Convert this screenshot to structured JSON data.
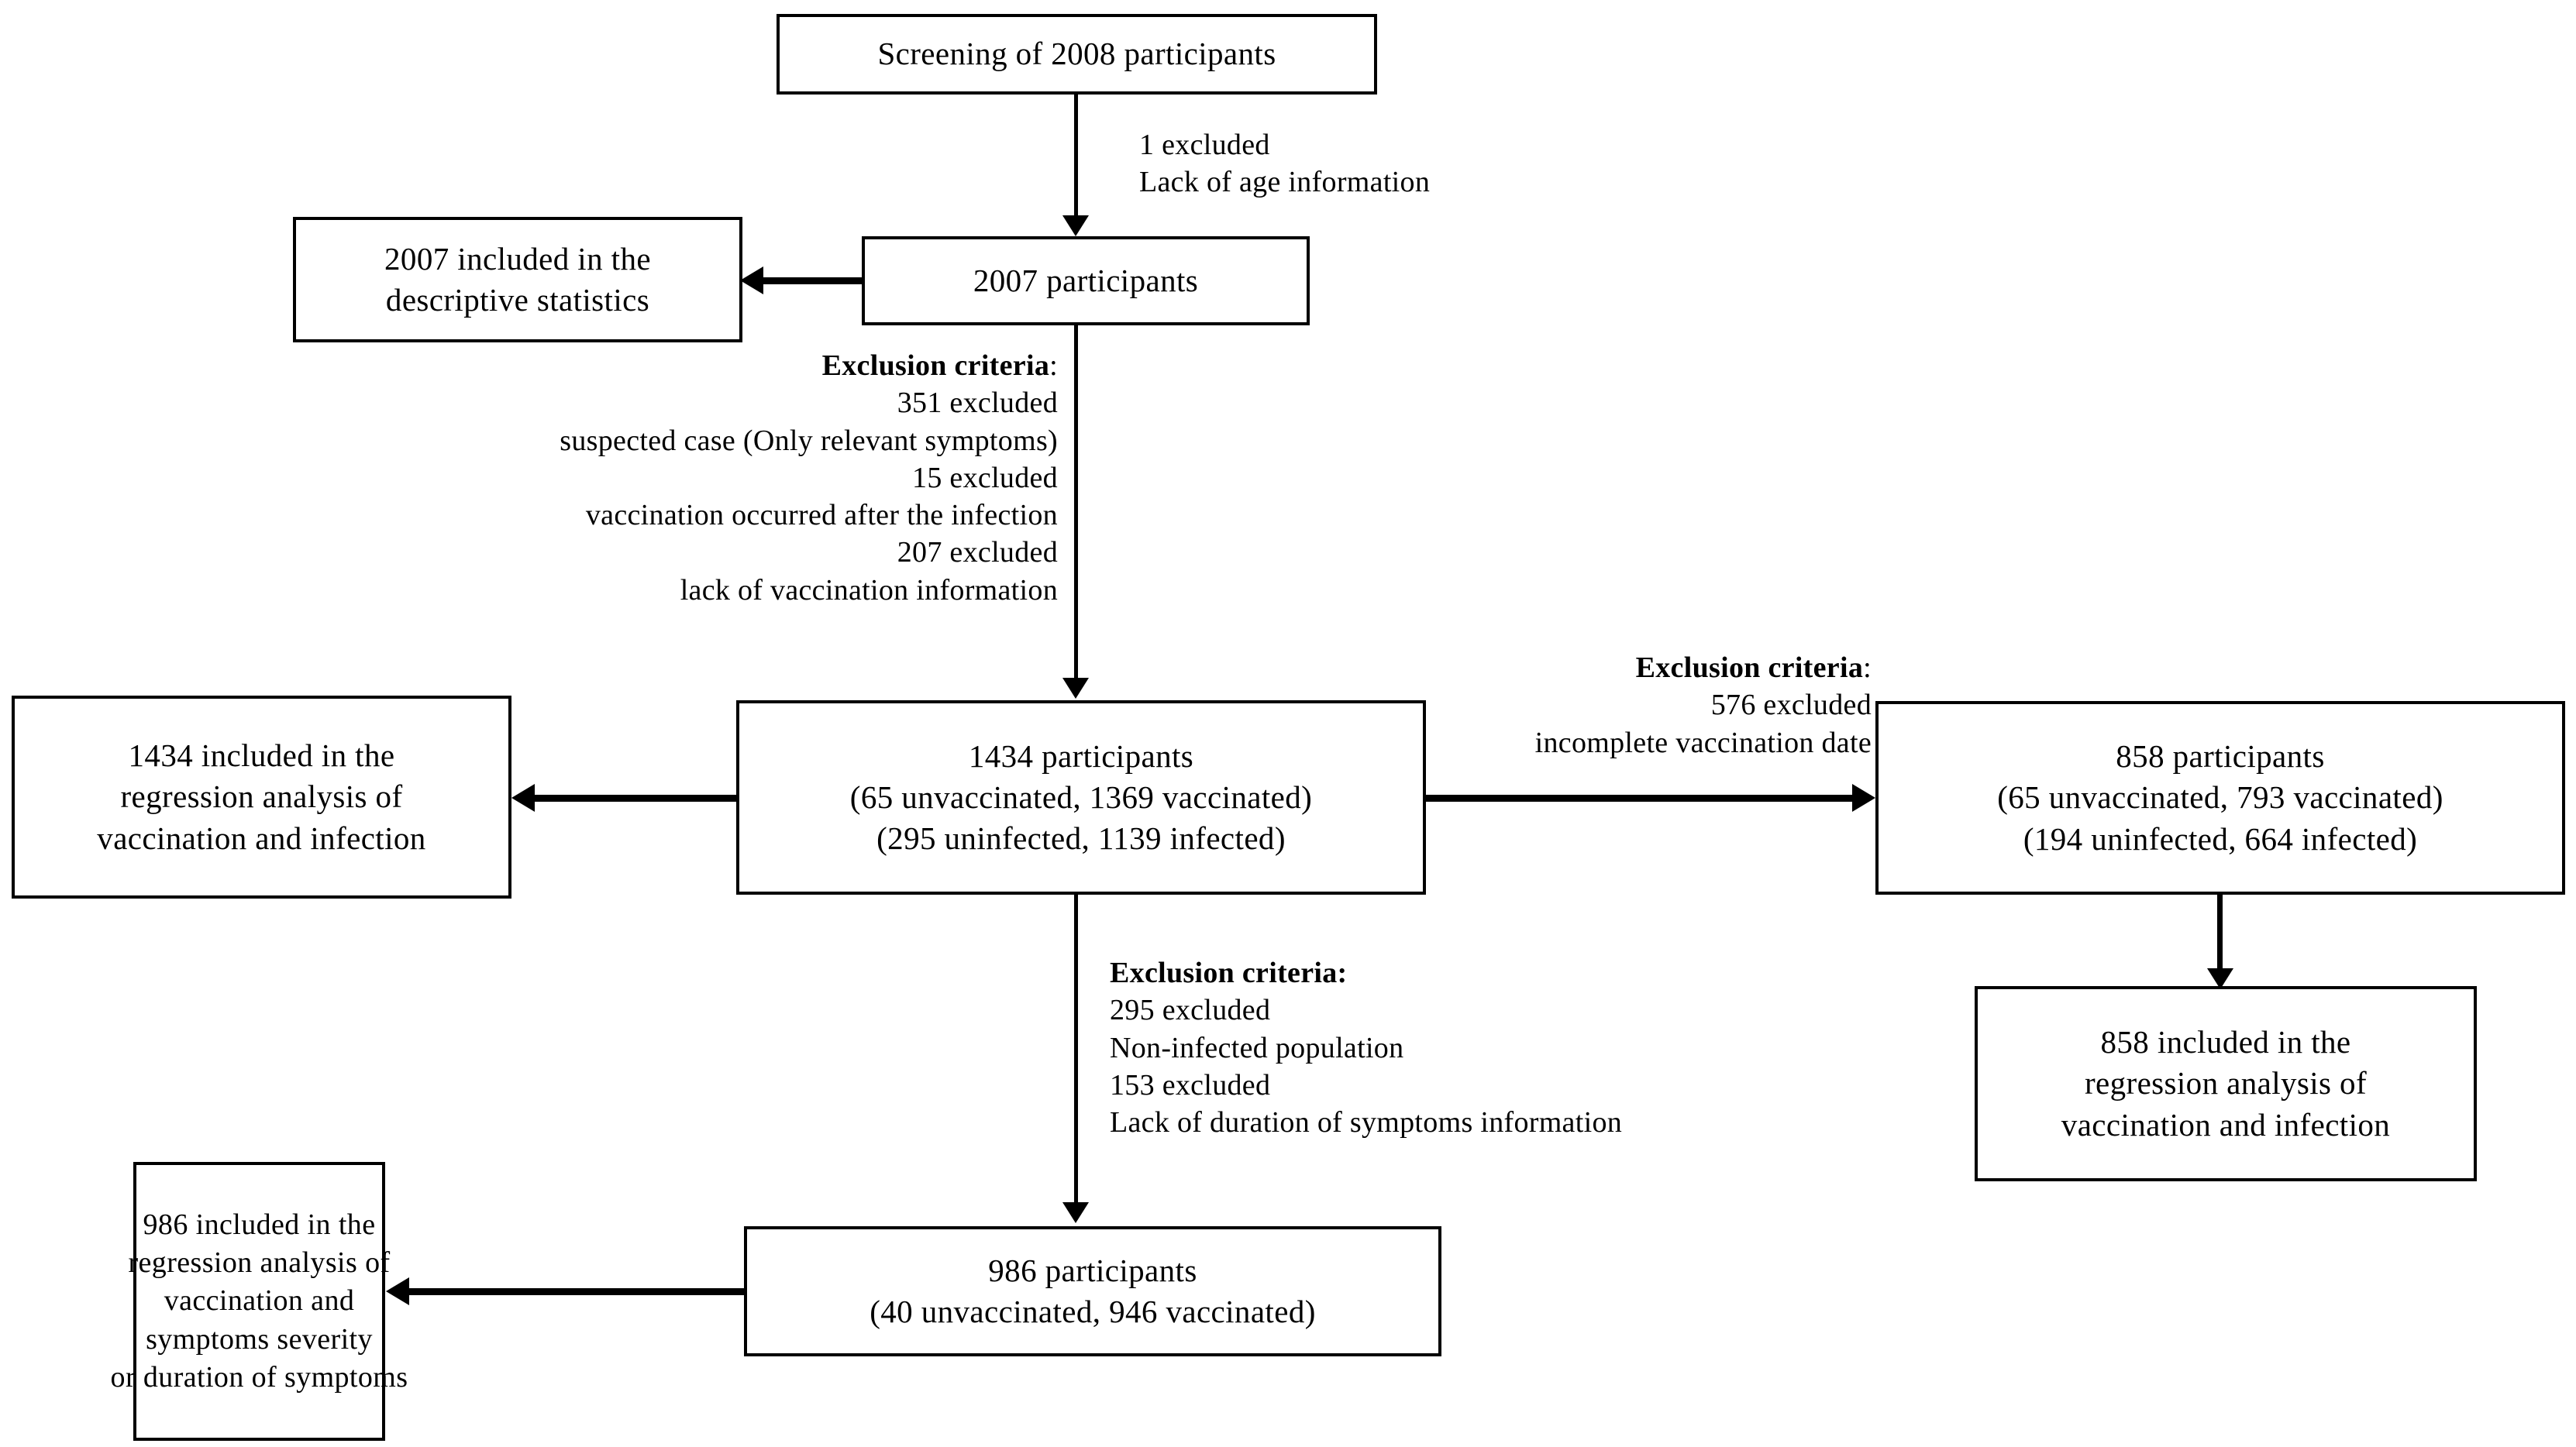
{
  "diagram": {
    "title": "Participant flow diagram",
    "type": "flowchart",
    "boxes": {
      "screening": {
        "lines": [
          "Screening  of 2008 participants"
        ]
      },
      "participants_2007": {
        "lines": [
          "2007 participants"
        ]
      },
      "descriptive_2007": {
        "lines": [
          "2007 included  in  the",
          "descriptive  statistics"
        ]
      },
      "participants_1434": {
        "lines": [
          "1434 participants",
          "(65 unvaccinated,  1369 vaccinated)",
          "(295 uninfected,  1139 infected)"
        ]
      },
      "regression_1434": {
        "lines": [
          "1434 included  in  the",
          "regression  analysis  of",
          "vaccination  and infection"
        ]
      },
      "participants_858": {
        "lines": [
          "858 participants",
          "(65 unvaccinated,  793 vaccinated)",
          "(194 uninfected,  664 infected)"
        ]
      },
      "regression_858": {
        "lines": [
          "858 included  in  the",
          "regression  analysis  of",
          "vaccination  and infection"
        ]
      },
      "participants_986": {
        "lines": [
          "986 participants",
          "(40 unvaccinated,  946 vaccinated)"
        ]
      },
      "regression_986": {
        "lines": [
          "986 included  in  the",
          "regression  analysis  of",
          "vaccination  and",
          "symptoms  severity",
          "or duration  of symptoms"
        ]
      }
    },
    "notes": {
      "age_exclusion": {
        "lines": [
          "1 excluded",
          "Lack of age information"
        ]
      },
      "main_exclusion": {
        "heading": "Exclusion criteria",
        "heading_suffix": ":",
        "lines": [
          "351 excluded",
          "suspected case (Only relevant symptoms)",
          "15 excluded",
          "vaccination occurred after the infection",
          "207 excluded",
          "lack of vaccination information"
        ]
      },
      "right_exclusion": {
        "heading": "Exclusion criteria",
        "heading_suffix": ":",
        "lines": [
          "576 excluded",
          "incomplete vaccination date"
        ]
      },
      "bottom_exclusion": {
        "heading": "Exclusion criteria:",
        "heading_suffix": "",
        "lines": [
          "295 excluded",
          "Non-infected population",
          "153 excluded",
          "Lack of duration of symptoms information"
        ]
      }
    }
  }
}
